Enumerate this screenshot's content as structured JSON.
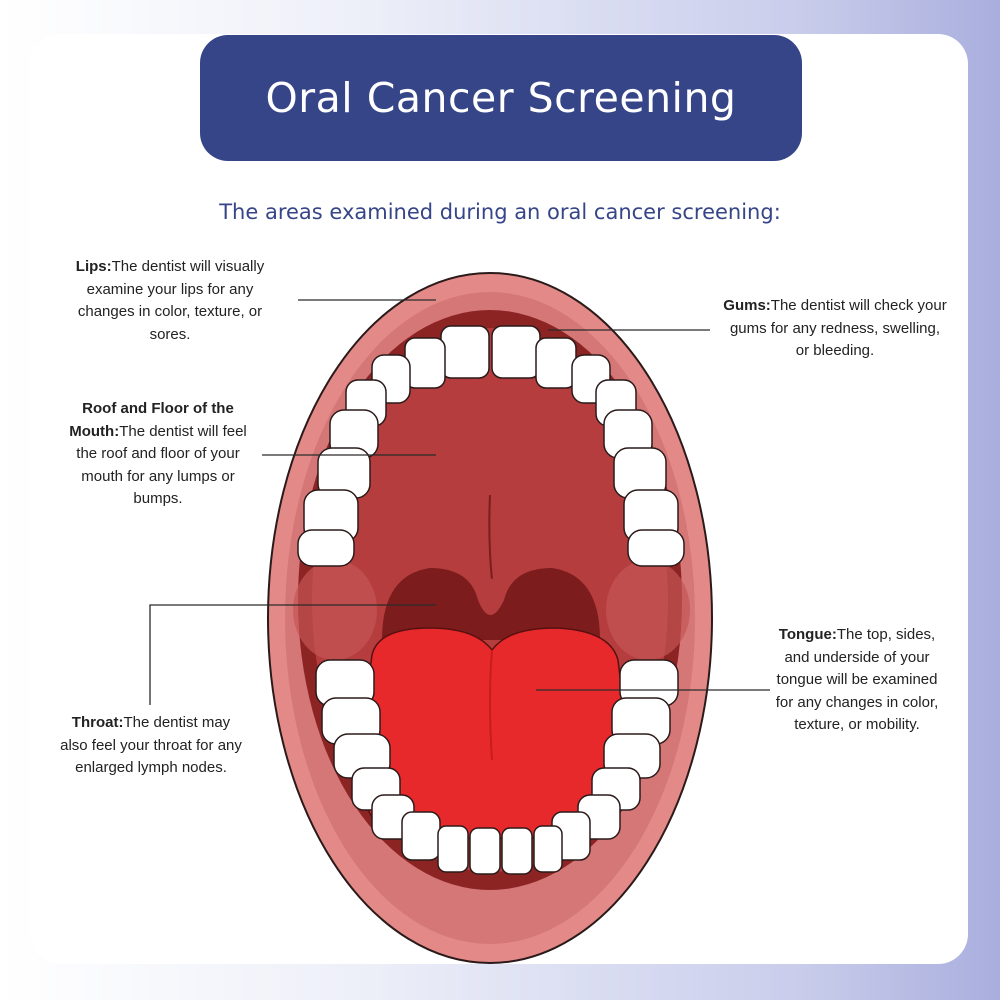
{
  "title": "Oral Cancer Screening",
  "subtitle": "The areas examined during an oral cancer screening:",
  "labels": {
    "lips": {
      "term": "Lips:",
      "text": "The dentist will visually examine your lips for any changes in color, texture, or sores."
    },
    "gums": {
      "term": "Gums:",
      "text": "The dentist will check your gums for any redness, swelling, or bleeding."
    },
    "roof": {
      "term": "Roof and Floor of the Mouth:",
      "text": "The dentist will feel the roof and floor of your mouth for any lumps or bumps."
    },
    "throat": {
      "term": "Throat:",
      "text": "The dentist may also feel your throat for any enlarged lymph nodes."
    },
    "tongue": {
      "term": "Tongue:",
      "text": "The top, sides, and underside of your tongue will be examined for any changes in color, texture, or mobility."
    }
  },
  "colors": {
    "title_bg": "#364588",
    "lip": "#e38a88",
    "lip_inner": "#d57777",
    "cavity": "#b53d3d",
    "gum": "#8c2424",
    "tongue": "#e8292b",
    "tooth": "#ffffff"
  }
}
